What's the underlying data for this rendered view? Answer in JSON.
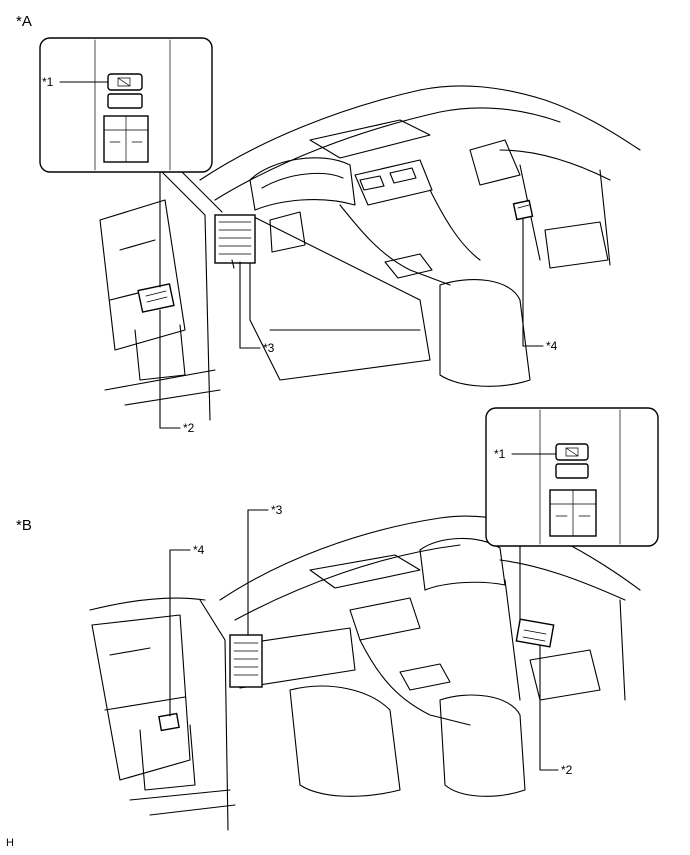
{
  "labels": {
    "view_a": "*A",
    "view_b": "*B",
    "callout_1": "*1",
    "callout_2": "*2",
    "callout_3": "*3",
    "callout_4": "*4",
    "footer": "H"
  }
}
